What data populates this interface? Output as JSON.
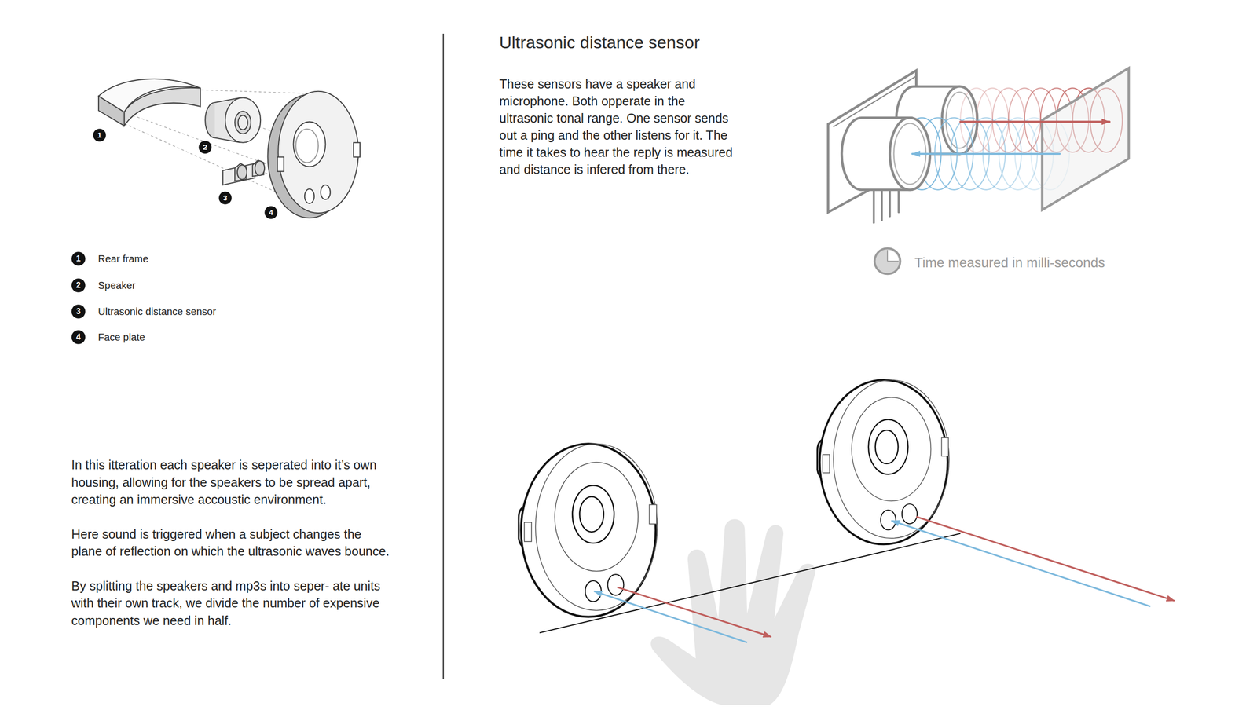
{
  "diagram": {
    "title": "Ultrasonic distance sensor",
    "nodes": [
      {
        "text": [
          "1"
        ]
      },
      {
        "text": [
          "2"
        ]
      },
      {
        "text": [
          "3"
        ]
      },
      {
        "text": [
          "4"
        ]
      },
      {
        "text": [
          "1"
        ]
      },
      {
        "text": [
          "2"
        ]
      },
      {
        "text": [
          "3"
        ]
      },
      {
        "text": [
          "4"
        ]
      }
    ],
    "labels": [
      "These sensors have a speaker and microphone. Both opperate in the ultrasonic tonal range. One sensor sends out a ping and the other listens for it. The time it takes to hear the reply is measured and distance is infered from there.",
      "Time measured in milli-seconds",
      "In this itteration each speaker is seperated into it’s own housing, allowing for the speakers to be spread apart, creating an immersive accoustic environment.",
      "Here sound is triggered when a subject changes the plane of reflection on which the ultrasonic waves bounce.",
      "By splitting the speakers and mp3s into seper- ate units with their own track, we divide the number of expensive components we need in half."
    ],
    "legend": [
      {
        "text": "Rear frame"
      },
      {
        "text": "Speaker"
      },
      {
        "text": "Ultrasonic distance sensor"
      },
      {
        "text": "Face plate"
      }
    ]
  }
}
